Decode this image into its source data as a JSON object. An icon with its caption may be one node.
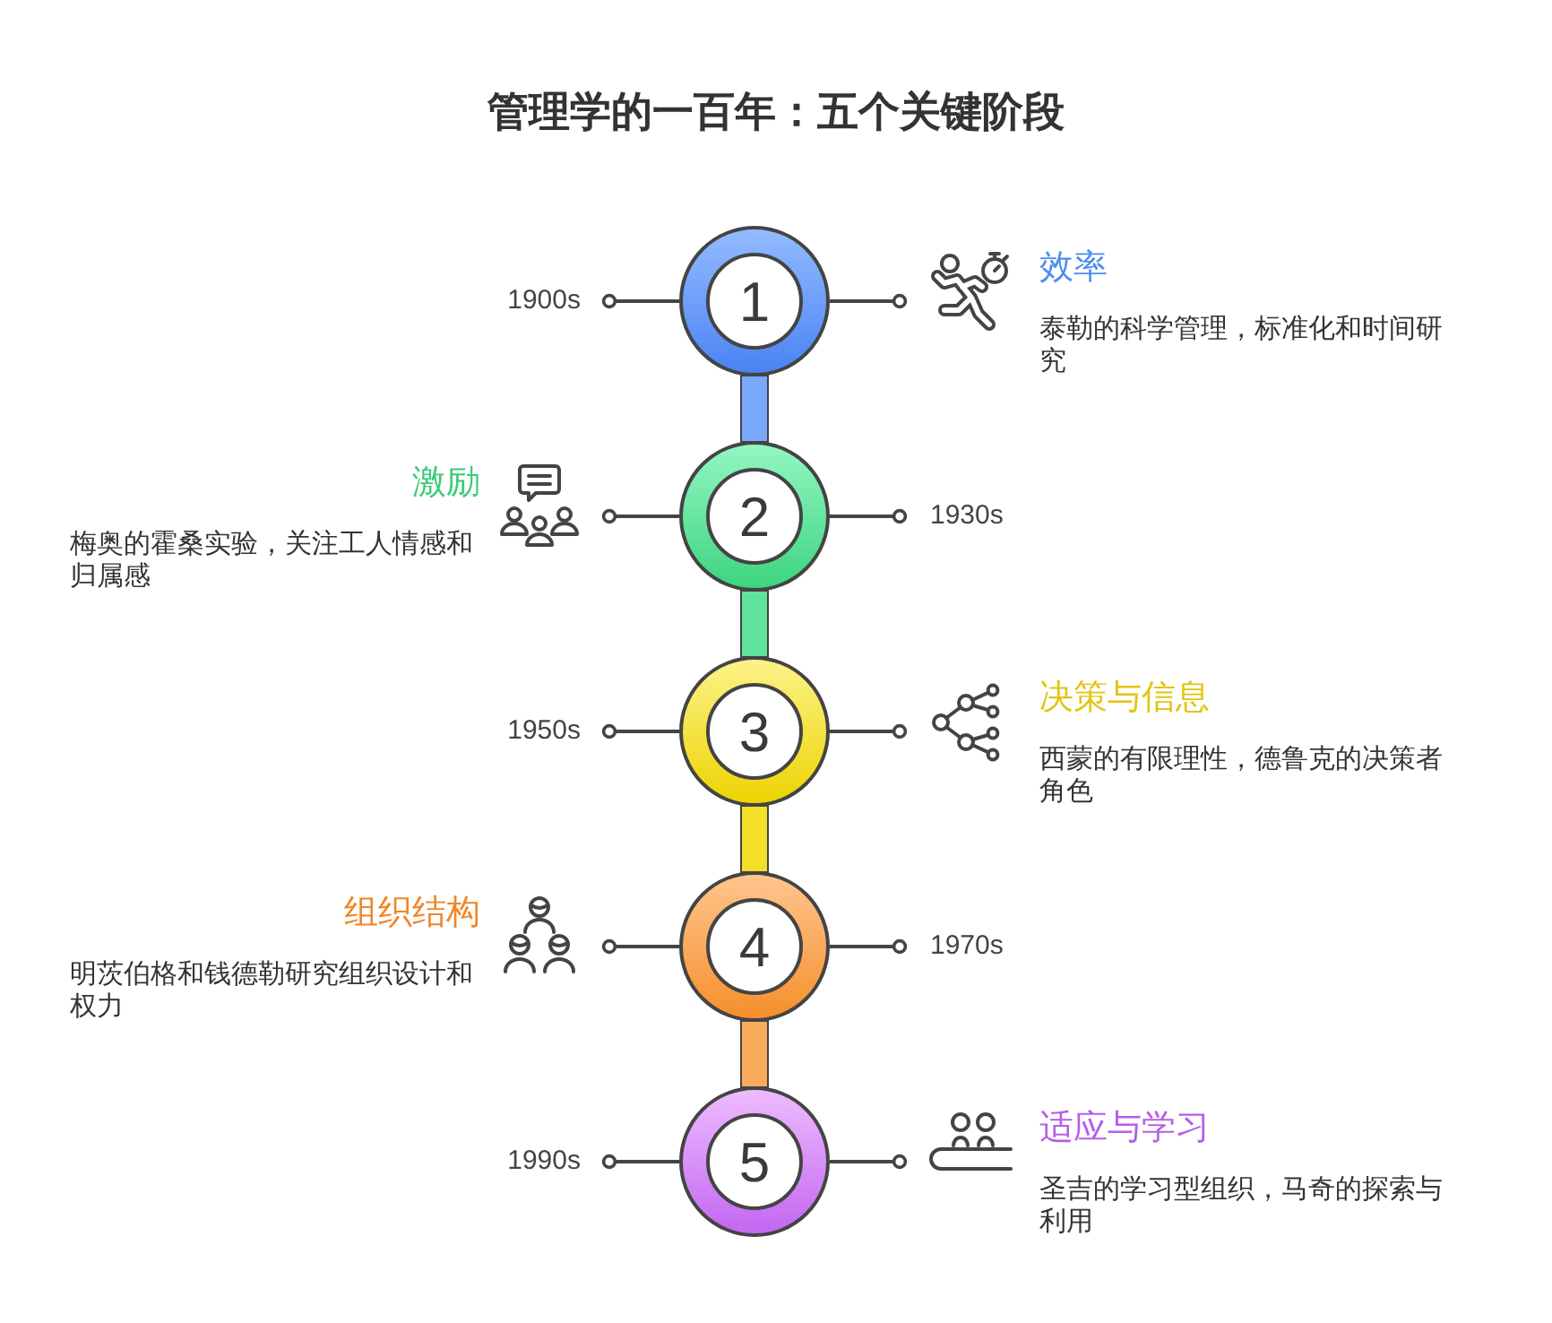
{
  "diagram": {
    "title": "管理学的一百年：五个关键阶段",
    "nodes": [
      {
        "text": [
          "1900s"
        ]
      },
      {
        "text": [
          "1"
        ]
      },
      {
        "text": [
          "效率",
          "泰勒的科学管理，标准化和时间研究"
        ]
      },
      {
        "text": [
          "激励",
          "梅奥的霍桑实验，关注工人情感和归属感"
        ]
      },
      {
        "text": [
          "2"
        ]
      },
      {
        "text": [
          "1930s"
        ]
      },
      {
        "text": [
          "1950s"
        ]
      },
      {
        "text": [
          "3"
        ]
      },
      {
        "text": [
          "决策与信息",
          "西蒙的有限理性，德鲁克的决策者角色"
        ]
      },
      {
        "text": [
          "组织结构",
          "明茨伯格和钱德勒研究组织设计和权力"
        ]
      },
      {
        "text": [
          "4"
        ]
      },
      {
        "text": [
          "1970s"
        ]
      },
      {
        "text": [
          "1990s"
        ]
      },
      {
        "text": [
          "5"
        ]
      },
      {
        "text": [
          "适应与学习",
          "圣吉的学习型组织，马奇的探索与利用"
        ]
      }
    ],
    "edges": [
      {
        "from": 1,
        "to": 0,
        "arrow": "other"
      },
      {
        "from": 1,
        "to": 2,
        "arrow": "other"
      },
      {
        "from": 1,
        "to": 4,
        "arrow": "none",
        "style": "thick",
        "color": "#7aa8fa"
      },
      {
        "from": 4,
        "to": 3,
        "arrow": "other"
      },
      {
        "from": 4,
        "to": 5,
        "arrow": "other"
      },
      {
        "from": 4,
        "to": 7,
        "arrow": "none",
        "style": "thick",
        "color": "#5fe29b"
      },
      {
        "from": 7,
        "to": 6,
        "arrow": "other"
      },
      {
        "from": 7,
        "to": 8,
        "arrow": "other"
      },
      {
        "from": 7,
        "to": 10,
        "arrow": "none",
        "style": "thick",
        "color": "#f3df2c"
      },
      {
        "from": 10,
        "to": 9,
        "arrow": "other"
      },
      {
        "from": 10,
        "to": 11,
        "arrow": "other"
      },
      {
        "from": 10,
        "to": 13,
        "arrow": "none",
        "style": "thick",
        "color": "#fbab5c"
      },
      {
        "from": 13,
        "to": 12,
        "arrow": "other"
      },
      {
        "from": 13,
        "to": 14,
        "arrow": "other"
      }
    ]
  }
}
